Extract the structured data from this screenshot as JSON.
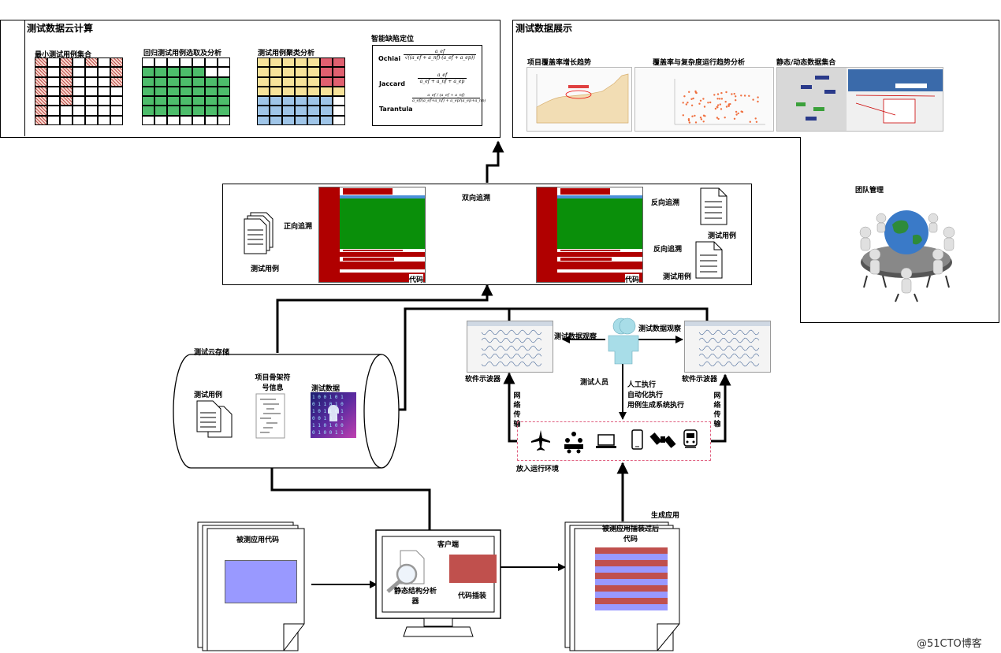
{
  "cloud_compute": {
    "title": "测试数据云计算",
    "min_suite_label": "最小测试用例集合",
    "regression_label": "回归测试用例选取及分析",
    "cluster_label": "测试用例聚类分析",
    "fault_loc_label": "智能缺陷定位",
    "formulas": [
      {
        "name": "Ochiai",
        "num": "a_ef",
        "den": "√((a_ef + a_nf)·(a_ef + a_ep))"
      },
      {
        "name": "Jaccard",
        "num": "a_ef",
        "den": "a_ef + a_nf + a_ep"
      },
      {
        "name": "Tarantula",
        "num": "a_ef / (a_ef + a_nf)",
        "den": "a_ef/(a_ef+a_nf) + a_ep/(a_ep+a_np)"
      }
    ],
    "formula_symbols": {
      "aef": "aef",
      "aef_plus_anf": "aef+anf",
      "aep_plus_anp": "aep+anp"
    }
  },
  "display": {
    "title": "测试数据展示",
    "coverage_label": "项目覆盖率增长趋势",
    "complexity_label": "覆盖率与复杂度运行趋势分析",
    "static_dynamic_label": "静态/动态数据集合",
    "team_label": "团队管理"
  },
  "trace": {
    "bidirectional_label": "双向追溯",
    "forward_label": "正向追溯",
    "backward_label_1": "反向追溯",
    "backward_label_2": "反向追溯",
    "test_case_left": "测试用例",
    "test_case_right_1": "测试用例",
    "test_case_right_2": "测试用例",
    "code_label_1": "代码",
    "code_label_2": "代码"
  },
  "storage": {
    "title": "测试云存储",
    "test_case_label": "测试用例",
    "skeleton_label": "项目骨架符号信息",
    "test_data_label": "测试数据"
  },
  "observation": {
    "obs_left": "测试数据观察",
    "obs_right": "测试数据观察",
    "tester_label": "测试人员",
    "scope_left": "软件示波器",
    "scope_right": "软件示波器",
    "exec_label": "人工执行\n自动化执行\n用例生成系统执行",
    "net_left": "网络传输",
    "net_right": "网络传输",
    "env_label": "放入运行环境",
    "env_icons": [
      "airplane-icon",
      "network-icon",
      "laptop-icon",
      "phone-icon",
      "satellite-icon",
      "train-icon"
    ]
  },
  "bottom": {
    "app_code_label": "被测应用代码",
    "client_label": "客户端",
    "analyzer_label": "静态结构分析器",
    "instrument_label": "代码插装",
    "generate_label": "生成应用",
    "instrumented_label": "被测应用插装过后代码"
  },
  "watermark": "@51CTO博客",
  "colors": {
    "hatch_red": "#c0504d",
    "green_cell": "#4dbd6b",
    "yellow_cell": "#f7e39a",
    "red_cell": "#e06070",
    "blue_cell": "#9fc5e8",
    "code_green": "#0a8f0a",
    "code_red": "#b00000",
    "instrument_red": "#c0504d",
    "instrument_blue": "#9999ff",
    "app_code_blue": "#9999ff",
    "env_border": "#e06080"
  }
}
